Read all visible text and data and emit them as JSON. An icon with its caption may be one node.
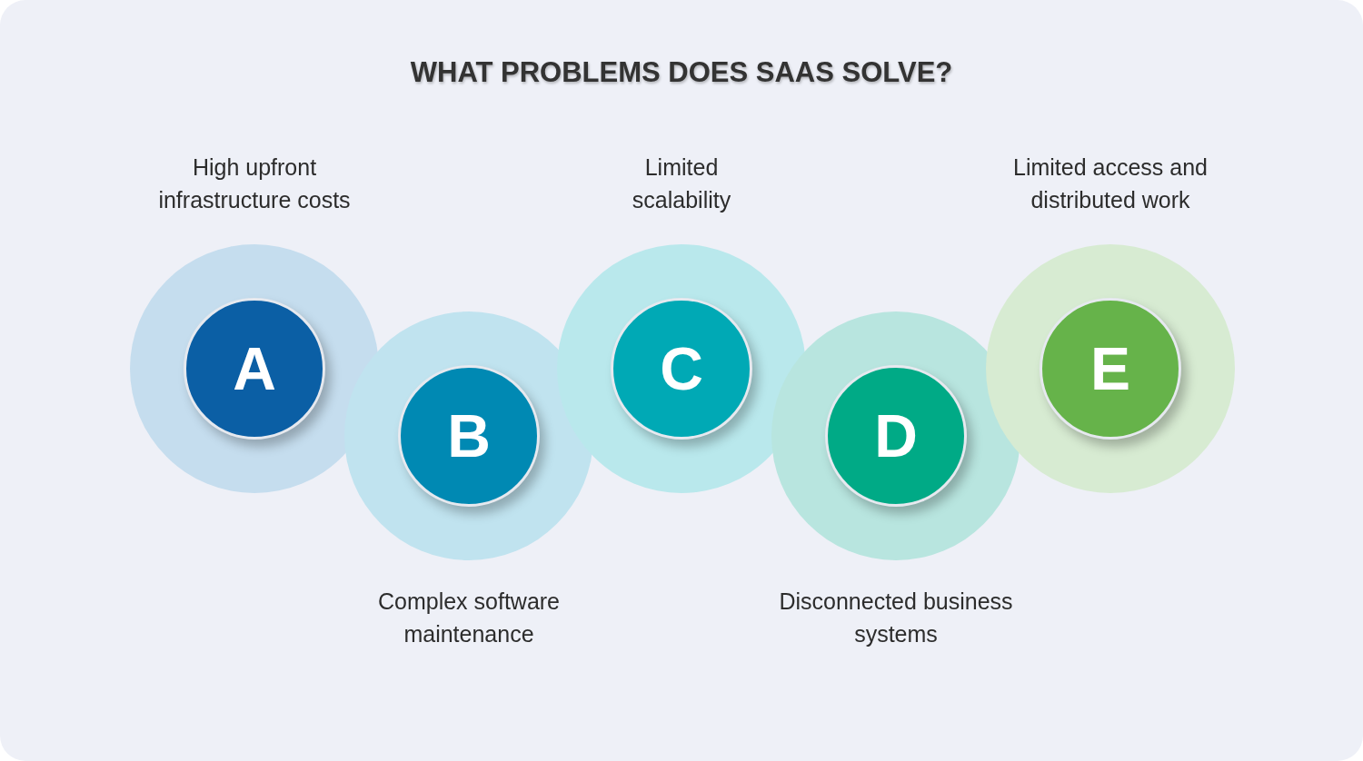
{
  "diagram": {
    "title": "WHAT PROBLEMS DOES SAAS SOLVE?",
    "nodes": [
      {
        "text": [
          "A"
        ],
        "beside": [
          "High upfront infrastructure costs"
        ]
      },
      {
        "text": [
          "B"
        ],
        "beside": [
          "Complex software maintenance"
        ]
      },
      {
        "text": [
          "C"
        ],
        "beside": [
          "Limited scalability"
        ]
      },
      {
        "text": [
          "D"
        ],
        "beside": [
          "Disconnected business systems"
        ]
      },
      {
        "text": [
          "E"
        ],
        "beside": [
          "Limited access and distributed work"
        ]
      }
    ]
  }
}
